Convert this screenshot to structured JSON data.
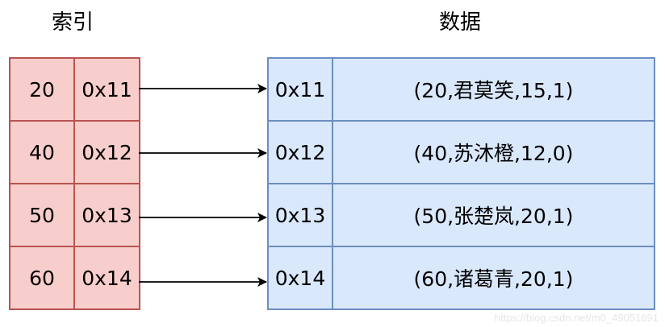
{
  "titles": {
    "index": "索引",
    "data": "数据"
  },
  "index_rows": [
    {
      "key": "20",
      "addr": "0x11"
    },
    {
      "key": "40",
      "addr": "0x12"
    },
    {
      "key": "50",
      "addr": "0x13"
    },
    {
      "key": "60",
      "addr": "0x14"
    }
  ],
  "data_rows": [
    {
      "addr": "0x11",
      "row": "(20,君莫笑,15,1)"
    },
    {
      "addr": "0x12",
      "row": "(40,苏沐橙,12,0)"
    },
    {
      "addr": "0x13",
      "row": "(50,张楚岚,20,1)"
    },
    {
      "addr": "0x14",
      "row": "(60,诸葛青,20,1)"
    }
  ],
  "watermark": "https://blog.csdn.net/m0_49051691",
  "colors": {
    "index_fill": "#f8cecc",
    "index_border": "#b85450",
    "data_fill": "#dae8fc",
    "data_border": "#6c8ebf",
    "arrow": "#000000"
  }
}
